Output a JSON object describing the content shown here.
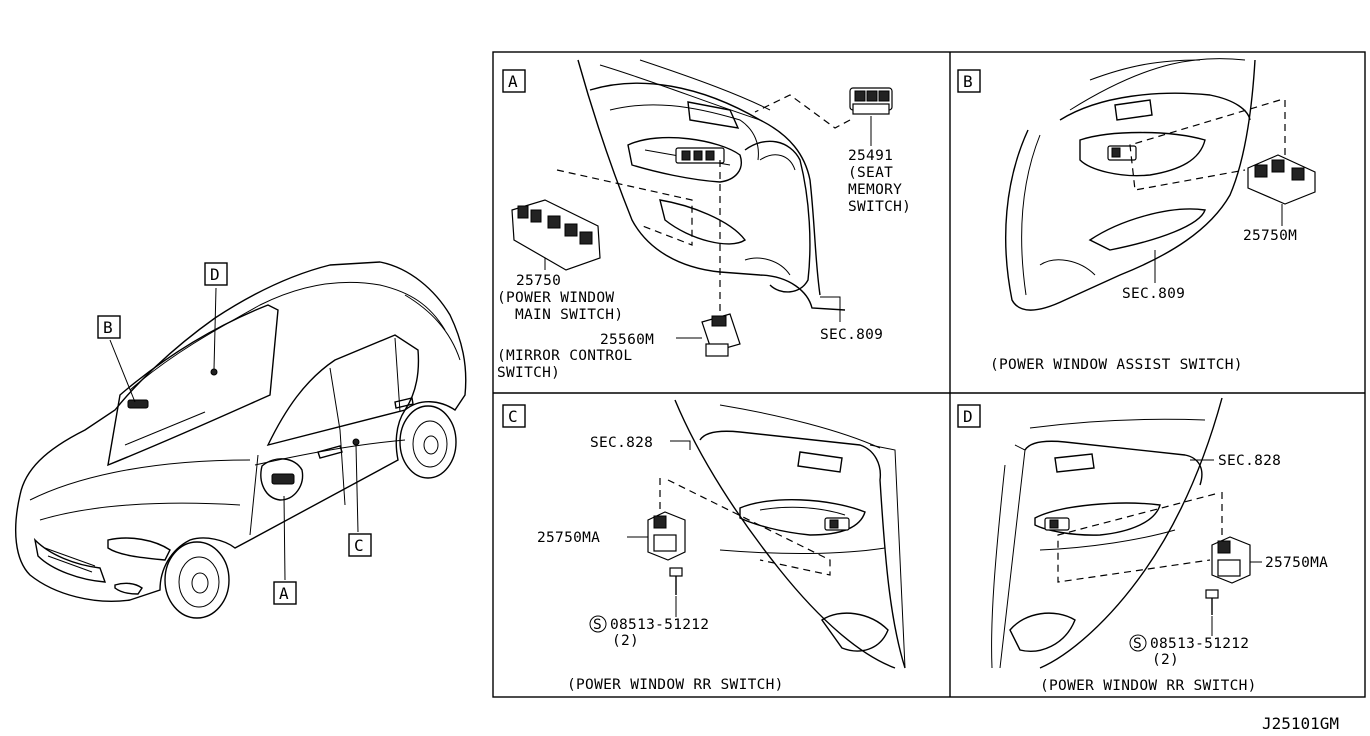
{
  "drawing_id": "J25101GM",
  "vehicle": {
    "callouts": [
      "A",
      "B",
      "C",
      "D"
    ]
  },
  "panels": [
    {
      "id": "A",
      "title": "",
      "parts": [
        {
          "number": "25491",
          "desc": [
            "(SEAT",
            "MEMORY",
            "SWITCH)"
          ]
        },
        {
          "number": "25750",
          "desc": [
            "(POWER WINDOW",
            "MAIN SWITCH)"
          ]
        },
        {
          "number": "25560M",
          "desc": [
            "(MIRROR CONTROL",
            "SWITCH)"
          ]
        }
      ],
      "section": "SEC.809"
    },
    {
      "id": "B",
      "title": "(POWER WINDOW ASSIST SWITCH)",
      "parts": [
        {
          "number": "25750M"
        }
      ],
      "section": "SEC.809"
    },
    {
      "id": "C",
      "title": "(POWER WINDOW RR SWITCH)",
      "parts": [
        {
          "number": "25750MA"
        }
      ],
      "section": "SEC.828",
      "screw": {
        "symbol": "S",
        "number": "08513-51212",
        "qty": "(2)"
      }
    },
    {
      "id": "D",
      "title": "(POWER WINDOW RR SWITCH)",
      "parts": [
        {
          "number": "25750MA"
        }
      ],
      "section": "SEC.828",
      "screw": {
        "symbol": "S",
        "number": "08513-51212",
        "qty": "(2)"
      }
    }
  ]
}
